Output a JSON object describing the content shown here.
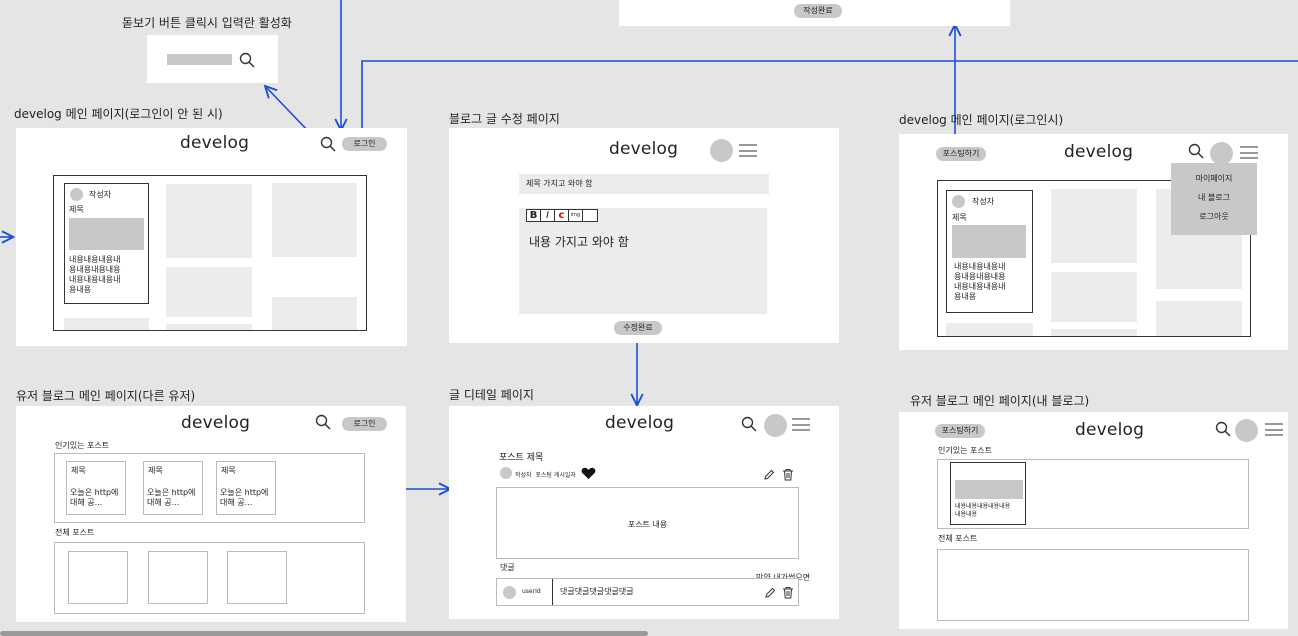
{
  "app": {
    "logo": "develog"
  },
  "search_note": {
    "caption": "돋보기 버튼 클릭시 입력란 활성화"
  },
  "top_frame": {
    "complete_btn": "작성완료"
  },
  "frame_logged_out": {
    "caption": "develog 메인 페이지(로그인이 안 된 시)",
    "login_btn": "로그인",
    "card": {
      "author": "작성자",
      "title": "제목",
      "body": "내용내용내용내\n용내용내용내용\n내용내용내용내\n용내용"
    }
  },
  "frame_edit": {
    "caption": "블로그 글 수정 페이지",
    "title_field": "제목 가지고 와야 함",
    "toolbar": [
      "B",
      "I",
      "c",
      "img"
    ],
    "content_field": "내용 가지고 와야 함",
    "complete_btn": "수정완료"
  },
  "frame_logged_in": {
    "caption": "develog 메인 페이지(로그인시)",
    "post_btn": "포스팅하기",
    "menu": [
      "마이페이지",
      "내 블로그",
      "로그아웃"
    ],
    "card": {
      "author": "작성자",
      "title": "제목",
      "body": "내용내용내용내\n용내용내용내용\n내용내용내용내\n용내용"
    }
  },
  "frame_other_blog": {
    "caption": "유저 블로그 메인 페이지(다른 유저)",
    "login_btn": "로그인",
    "popular_label": "인기있는 포스트",
    "popular": [
      {
        "title": "제목",
        "body": "오늘은 http에\n대해 공..."
      },
      {
        "title": "제목",
        "body": "오늘은 http에\n대해 공..."
      },
      {
        "title": "제목",
        "body": "오늘은 http에\n대해 공..."
      }
    ],
    "all_label": "전체 포스트"
  },
  "frame_detail": {
    "caption": "글 디테일 페이지",
    "post_title": "포스트 제목",
    "meta": "작성자  포스팅 게시일자",
    "content": "포스트 내용",
    "comments_label": "댓글",
    "comment_user": "userId",
    "comment_text": "댓글댓글댓글댓글댓글",
    "note": "만약 내가썼으면"
  },
  "frame_my_blog": {
    "caption": "유저 블로그 메인 페이지(내 블로그)",
    "post_btn": "포스팅하기",
    "popular_label": "인기있는 포스트",
    "popular_body": "내용내용내용내용내용\n내용내용",
    "all_label": "전체 포스트"
  },
  "colors": {
    "arrow": "#1a4fd6",
    "background": "#e5e5e5",
    "placeholder": "#c8c8c8"
  }
}
